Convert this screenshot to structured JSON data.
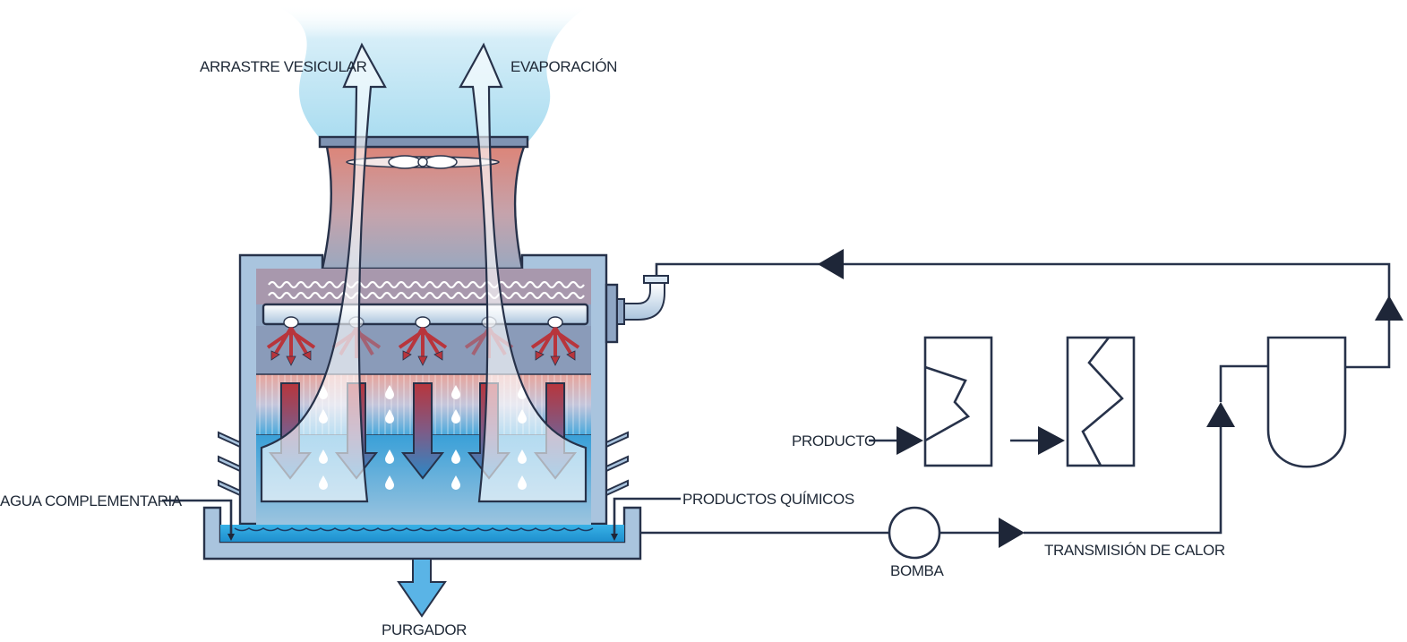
{
  "labels": {
    "drift": "ARRASTRE VESICULAR",
    "evaporation": "EVAPORACIÓN",
    "makeup_water": "AGUA COMPLEMENTARIA",
    "chemicals": "PRODUCTOS QUÍMICOS",
    "blowdown": "PURGADOR",
    "pump": "BOMBA",
    "heat_transfer": "TRANSMISIÓN DE CALOR",
    "product": "PRODUCTO"
  },
  "colors": {
    "line": "#27324a",
    "tower_frame": "#a9c4de",
    "hot_air": "#dc8579",
    "basin_water": "#2aa6de",
    "plume": "#bfe3f3",
    "hot_water_arrow": "#b8353c"
  }
}
